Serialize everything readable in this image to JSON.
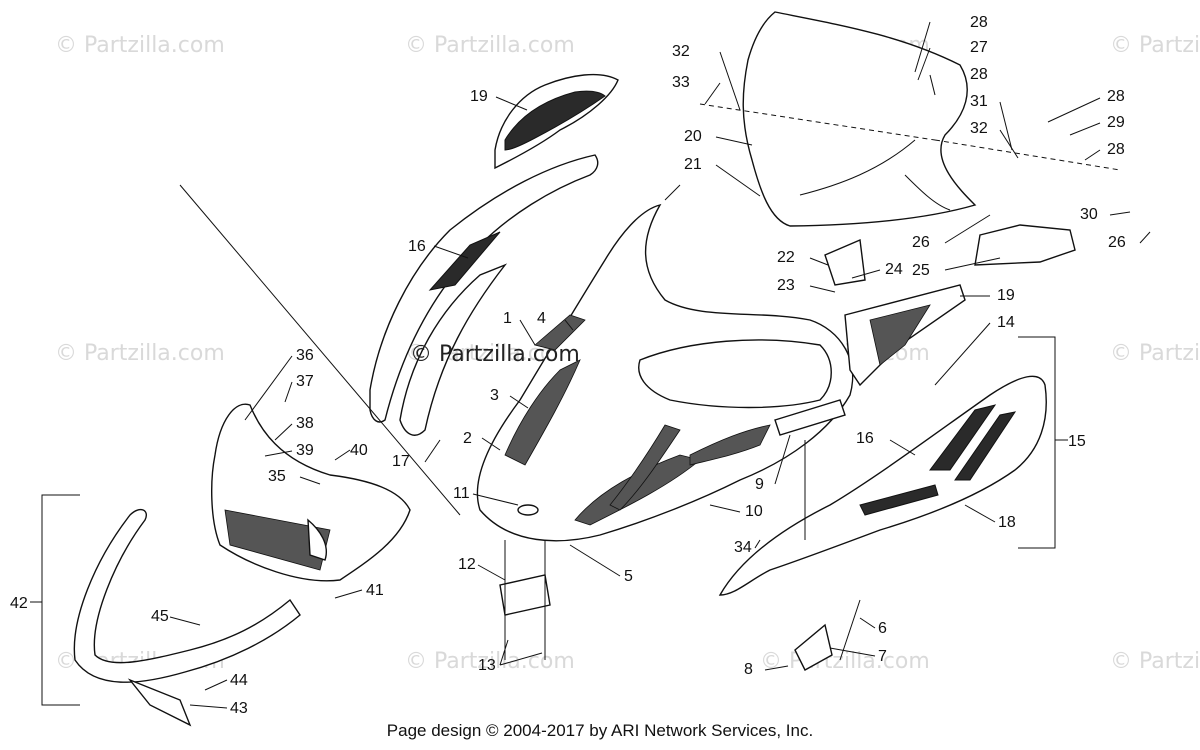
{
  "watermarks": [
    "© Partzilla.com",
    "© Partzilla.com",
    "© Partzilla.com",
    "© Partzilla.com",
    "© Partzilla.com",
    "© Partzilla.com",
    "© Partzilla.com",
    "© Partzilla.com",
    "© Partzilla.com",
    "© Partzilla.com",
    "© Partzilla.com",
    "© Partzilla.com"
  ],
  "center_watermark": "© Partzilla.com",
  "footer_text": "Page design © 2004-2017 by ARI Network Services, Inc.",
  "callouts": [
    "28",
    "27",
    "28",
    "32",
    "33",
    "31",
    "28",
    "29",
    "28",
    "32",
    "20",
    "21",
    "19",
    "16",
    "30",
    "26",
    "26",
    "22",
    "24",
    "25",
    "23",
    "19",
    "14",
    "1",
    "4",
    "36",
    "37",
    "3",
    "38",
    "39",
    "40",
    "17",
    "2",
    "16",
    "15",
    "35",
    "9",
    "11",
    "10",
    "18",
    "34",
    "12",
    "5",
    "42",
    "41",
    "6",
    "45",
    "13",
    "7",
    "44",
    "8",
    "43"
  ]
}
